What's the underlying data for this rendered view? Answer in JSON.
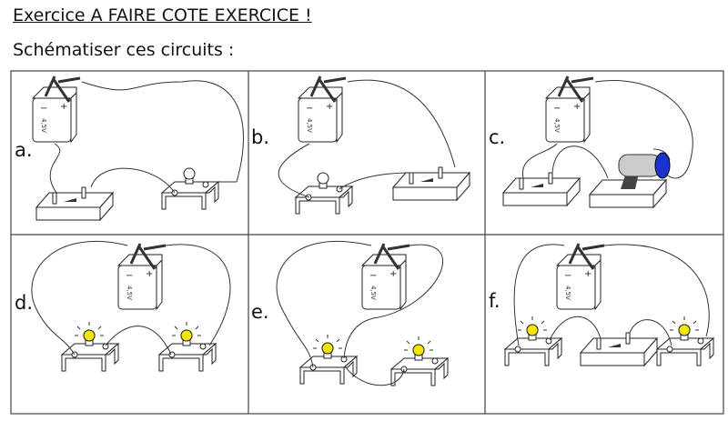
{
  "header": {
    "title": "Exercice A FAIRE COTE EXERCICE !",
    "subtitle": "Schématiser ces circuits :"
  },
  "battery": {
    "voltage_label": "4,5V",
    "minus": "−",
    "plus": "+"
  },
  "colors": {
    "lamp_lit": "#f5e600",
    "motor_disc": "#1a33cc",
    "border": "#444444"
  },
  "circuits": [
    {
      "label": "a.",
      "components": [
        "battery",
        "switch",
        "lamp-off"
      ]
    },
    {
      "label": "b.",
      "components": [
        "battery",
        "lamp-off",
        "switch"
      ]
    },
    {
      "label": "c.",
      "components": [
        "battery",
        "switch",
        "motor"
      ]
    },
    {
      "label": "d.",
      "components": [
        "battery",
        "lamp-lit",
        "lamp-lit"
      ]
    },
    {
      "label": "e.",
      "components": [
        "battery",
        "lamp-lit",
        "lamp-lit"
      ]
    },
    {
      "label": "f.",
      "components": [
        "battery",
        "lamp-lit",
        "switch",
        "lamp-lit"
      ]
    }
  ]
}
